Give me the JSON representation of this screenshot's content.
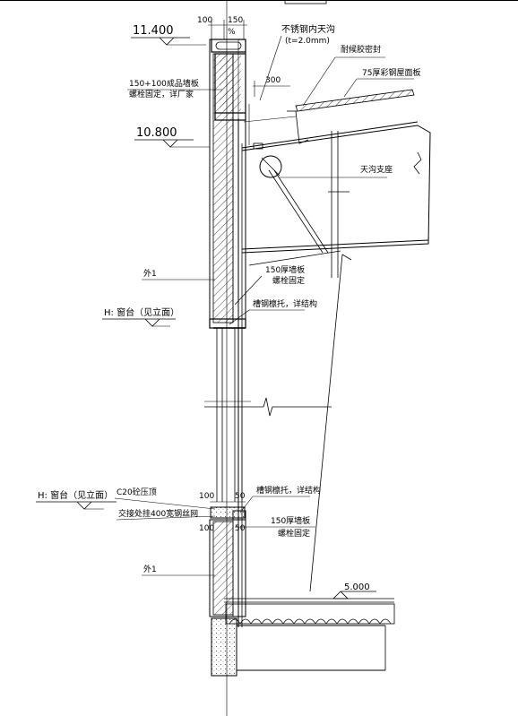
{
  "levels": {
    "l1": "11.400",
    "l2": "10.800",
    "l3": "5.000"
  },
  "dimensions": {
    "d100_top": "100",
    "d150_top": "150",
    "d300": "300",
    "slope": "%",
    "d100_mid": "100",
    "d50_mid": "50",
    "d100_low": "100",
    "d50_low": "50"
  },
  "labels": {
    "gutter": "不锈钢内天沟",
    "gutter_thk": "(t=2.0mm)",
    "sealant": "耐候胶密封",
    "roof_panel": "75厚彩钢屋面板",
    "wall_panel_top": "150+100成品墙板",
    "bolt_fix_top": "螺栓固定，详厂家",
    "gutter_support": "天沟支座",
    "outer1_top": "外1",
    "wall_150_a": "150厚墙板",
    "bolt_fix_a": "螺栓固定",
    "girt_a": "槽钢檩托，详结构",
    "sill_a": "H: 窗台（见立面）",
    "c20": "C20砼压顶",
    "mesh": "交接处挂400宽钢丝网",
    "sill_b": "H: 窗台（见立面）",
    "girt_b": "槽钢檩托，详结构",
    "wall_150_b": "150厚墙板",
    "bolt_fix_b": "螺栓固定",
    "outer1_low": "外1"
  }
}
